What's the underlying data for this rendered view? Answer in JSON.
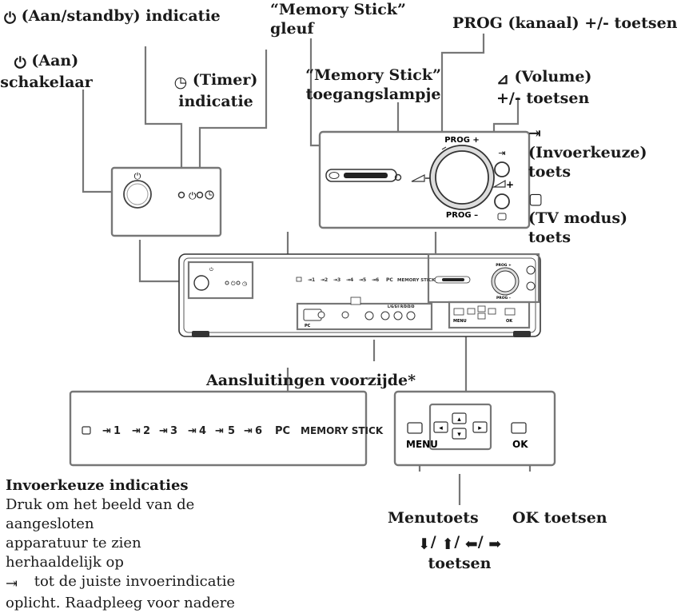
{
  "labels": {
    "power_indicator": "(Aan/standby) indicatie",
    "power_switch_line1": "(Aan)",
    "power_switch_line2": "schakelaar",
    "timer_line1": "(Timer)",
    "timer_line2": "indicatie",
    "memstick_slot_line1": "“Memory Stick”",
    "memstick_slot_line2": "gleuf",
    "memstick_lamp_line1": "“Memory Stick”",
    "memstick_lamp_line2": "toegangslampje",
    "prog_keys": "PROG (kanaal) +/- toetsen",
    "volume_line1": "(Volume)",
    "volume_line2": "+/- toetsen",
    "input_line1": "(Invoerkeuze)",
    "input_line2": "toets",
    "tv_line1": "(TV modus)",
    "tv_line2": "toets",
    "front_connectors": "Aansluitingen voorzijde*",
    "menu_key": "Menutoets",
    "ok_key": "OK toetsen",
    "arrow_keys_symbols": "/ / /",
    "arrow_keys_word": "toetsen"
  },
  "input_section": {
    "title": "Invoerkeuze indicaties",
    "line1": "Druk om het beeld van de aangesloten",
    "line2": "apparatuur te zien herhaaldelijk op",
    "line3": "tot de juiste invoerindicatie",
    "line4": "oplicht. Raadpleeg voor nadere"
  },
  "indicator_strip": [
    "1",
    "2",
    "3",
    "4",
    "5",
    "6",
    "PC",
    "MEMORY STICK"
  ],
  "panel_text": {
    "prog_plus": "PROG +",
    "prog_minus": "PROG –",
    "menu": "MENU",
    "ok": "OK",
    "small_prog_plus": "PROG +",
    "small_prog_minus": "PROG –",
    "small_pc": "PC",
    "small_memory_stick": "MEMORY STICK",
    "small_menu": "MENU",
    "small_ok": "OK",
    "small_lgs": "L/G/S/I R/D/D/D",
    "small_pc_port": "PC",
    "small_in6": "6"
  }
}
